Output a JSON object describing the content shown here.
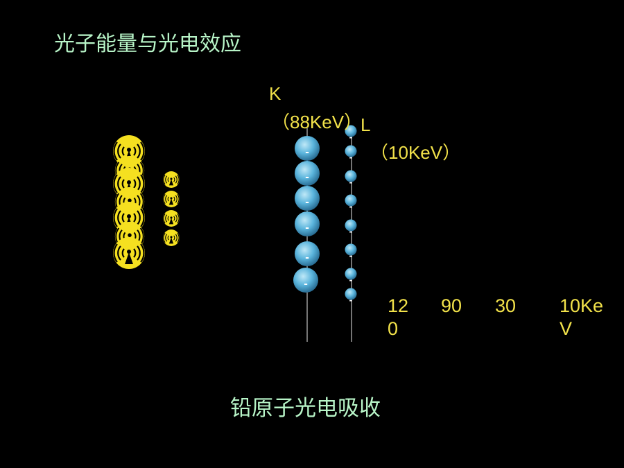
{
  "title": "光子能量与光电效应",
  "caption": "铅原子光电吸收",
  "shells": {
    "k_label": "K",
    "k_energy": "（88KeV）",
    "l_label": "L",
    "l_energy": "（10KeV）",
    "electron_sign": "-"
  },
  "energy_labels": [
    "120",
    "90",
    "30",
    "10KeV"
  ],
  "colors": {
    "background": "#000000",
    "heading": "#b8f5c8",
    "label": "#f2e24a",
    "photon": "#f5e020",
    "electron": "#5ab4dc",
    "line": "#9a9a9a"
  },
  "icons": {
    "photon_large": "radiation-photon-icon",
    "photon_small": "radiation-photon-icon",
    "electron": "electron-ball-icon"
  }
}
